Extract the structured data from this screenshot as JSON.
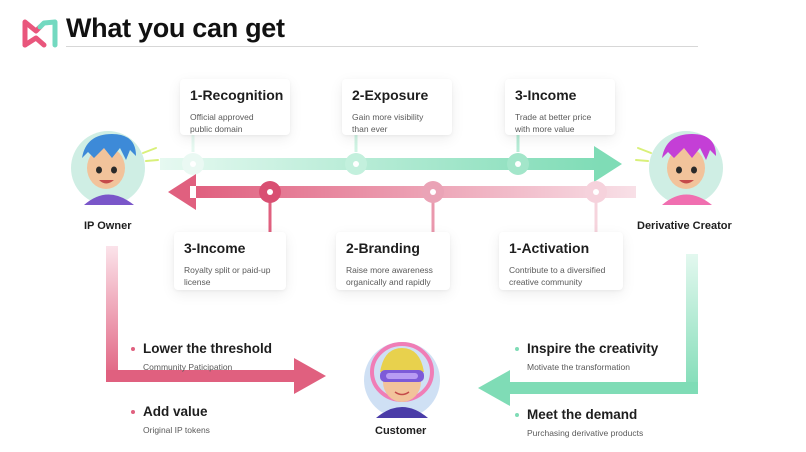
{
  "page": {
    "title": "What you can get"
  },
  "actors": {
    "ip_owner": "IP Owner",
    "derivative_creator": "Derivative Creator",
    "customer": "Customer"
  },
  "top_flow": [
    {
      "head": "1-Recognition",
      "desc": "Official approved\npublic domain"
    },
    {
      "head": "2-Exposure",
      "desc": "Gain more visibility\nthan ever"
    },
    {
      "head": "3-Income",
      "desc": "Trade at better price\nwith more value"
    }
  ],
  "bottom_flow": [
    {
      "head": "3-Income",
      "desc": "Royalty split or paid-up\nlicense"
    },
    {
      "head": "2-Branding",
      "desc": "Raise more awareness\norganically and rapidly"
    },
    {
      "head": "1-Activation",
      "desc": "Contribute to a diversified\ncreative community"
    }
  ],
  "left_benefits": [
    {
      "head": "Lower the threshold",
      "desc": "Community Paticipation"
    },
    {
      "head": "Add value",
      "desc": "Original IP tokens"
    }
  ],
  "right_benefits": [
    {
      "head": "Inspire the creativity",
      "desc": "Motivate the transformation"
    },
    {
      "head": "Meet the demand",
      "desc": "Purchasing derivative products"
    }
  ],
  "colors": {
    "pink": "#e0607f",
    "pink_light": "#f4c9d4",
    "green": "#7fdcb6",
    "green_light": "#d9f6ea",
    "logo_pink": "#e9567c",
    "logo_green": "#73d9c0"
  },
  "icons": {
    "logo": "brand-logo-icon",
    "ip_owner": "ip-owner-avatar-icon",
    "derivative_creator": "derivative-creator-avatar-icon",
    "customer": "customer-avatar-icon"
  }
}
